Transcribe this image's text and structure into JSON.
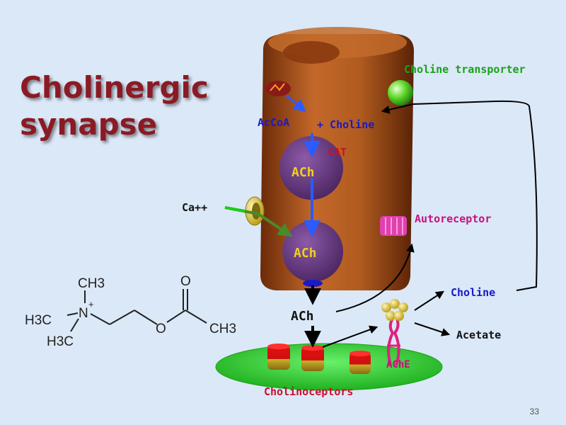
{
  "slide": {
    "title": "Cholinergic synapse",
    "number": "33"
  },
  "diagram": {
    "labels": {
      "choline_transporter": "Choline transporter",
      "accoa": "AcCoA",
      "plus_choline": "+ Choline",
      "cat": "CAT",
      "ach_top": "ACh",
      "ach_vesicle": "ACh",
      "ach_released": "ACh",
      "ca": "Ca++",
      "autoreceptor": "Autoreceptor",
      "choline_out": "Choline",
      "acetate": "Acetate",
      "ache": "AChE",
      "cholinoceptors": "Cholinoceptors"
    },
    "colors": {
      "title": "#8b1a24",
      "terminal": "#b55a1e",
      "vesicle": "#6a3f86",
      "label_blue": "#1a1ac8",
      "label_red": "#c8102e",
      "label_green": "#17a317",
      "label_magenta": "#c8107e",
      "postsynaptic": "#3ee63e"
    }
  },
  "structure": {
    "atoms": {
      "n": "N",
      "n_charge": "+",
      "o_ester": "O",
      "o_carbonyl": "O",
      "ch3_top": "CH3",
      "h3c_left": "H3C",
      "h3c_bottom": "H3C",
      "ch3_right": "CH3"
    }
  }
}
